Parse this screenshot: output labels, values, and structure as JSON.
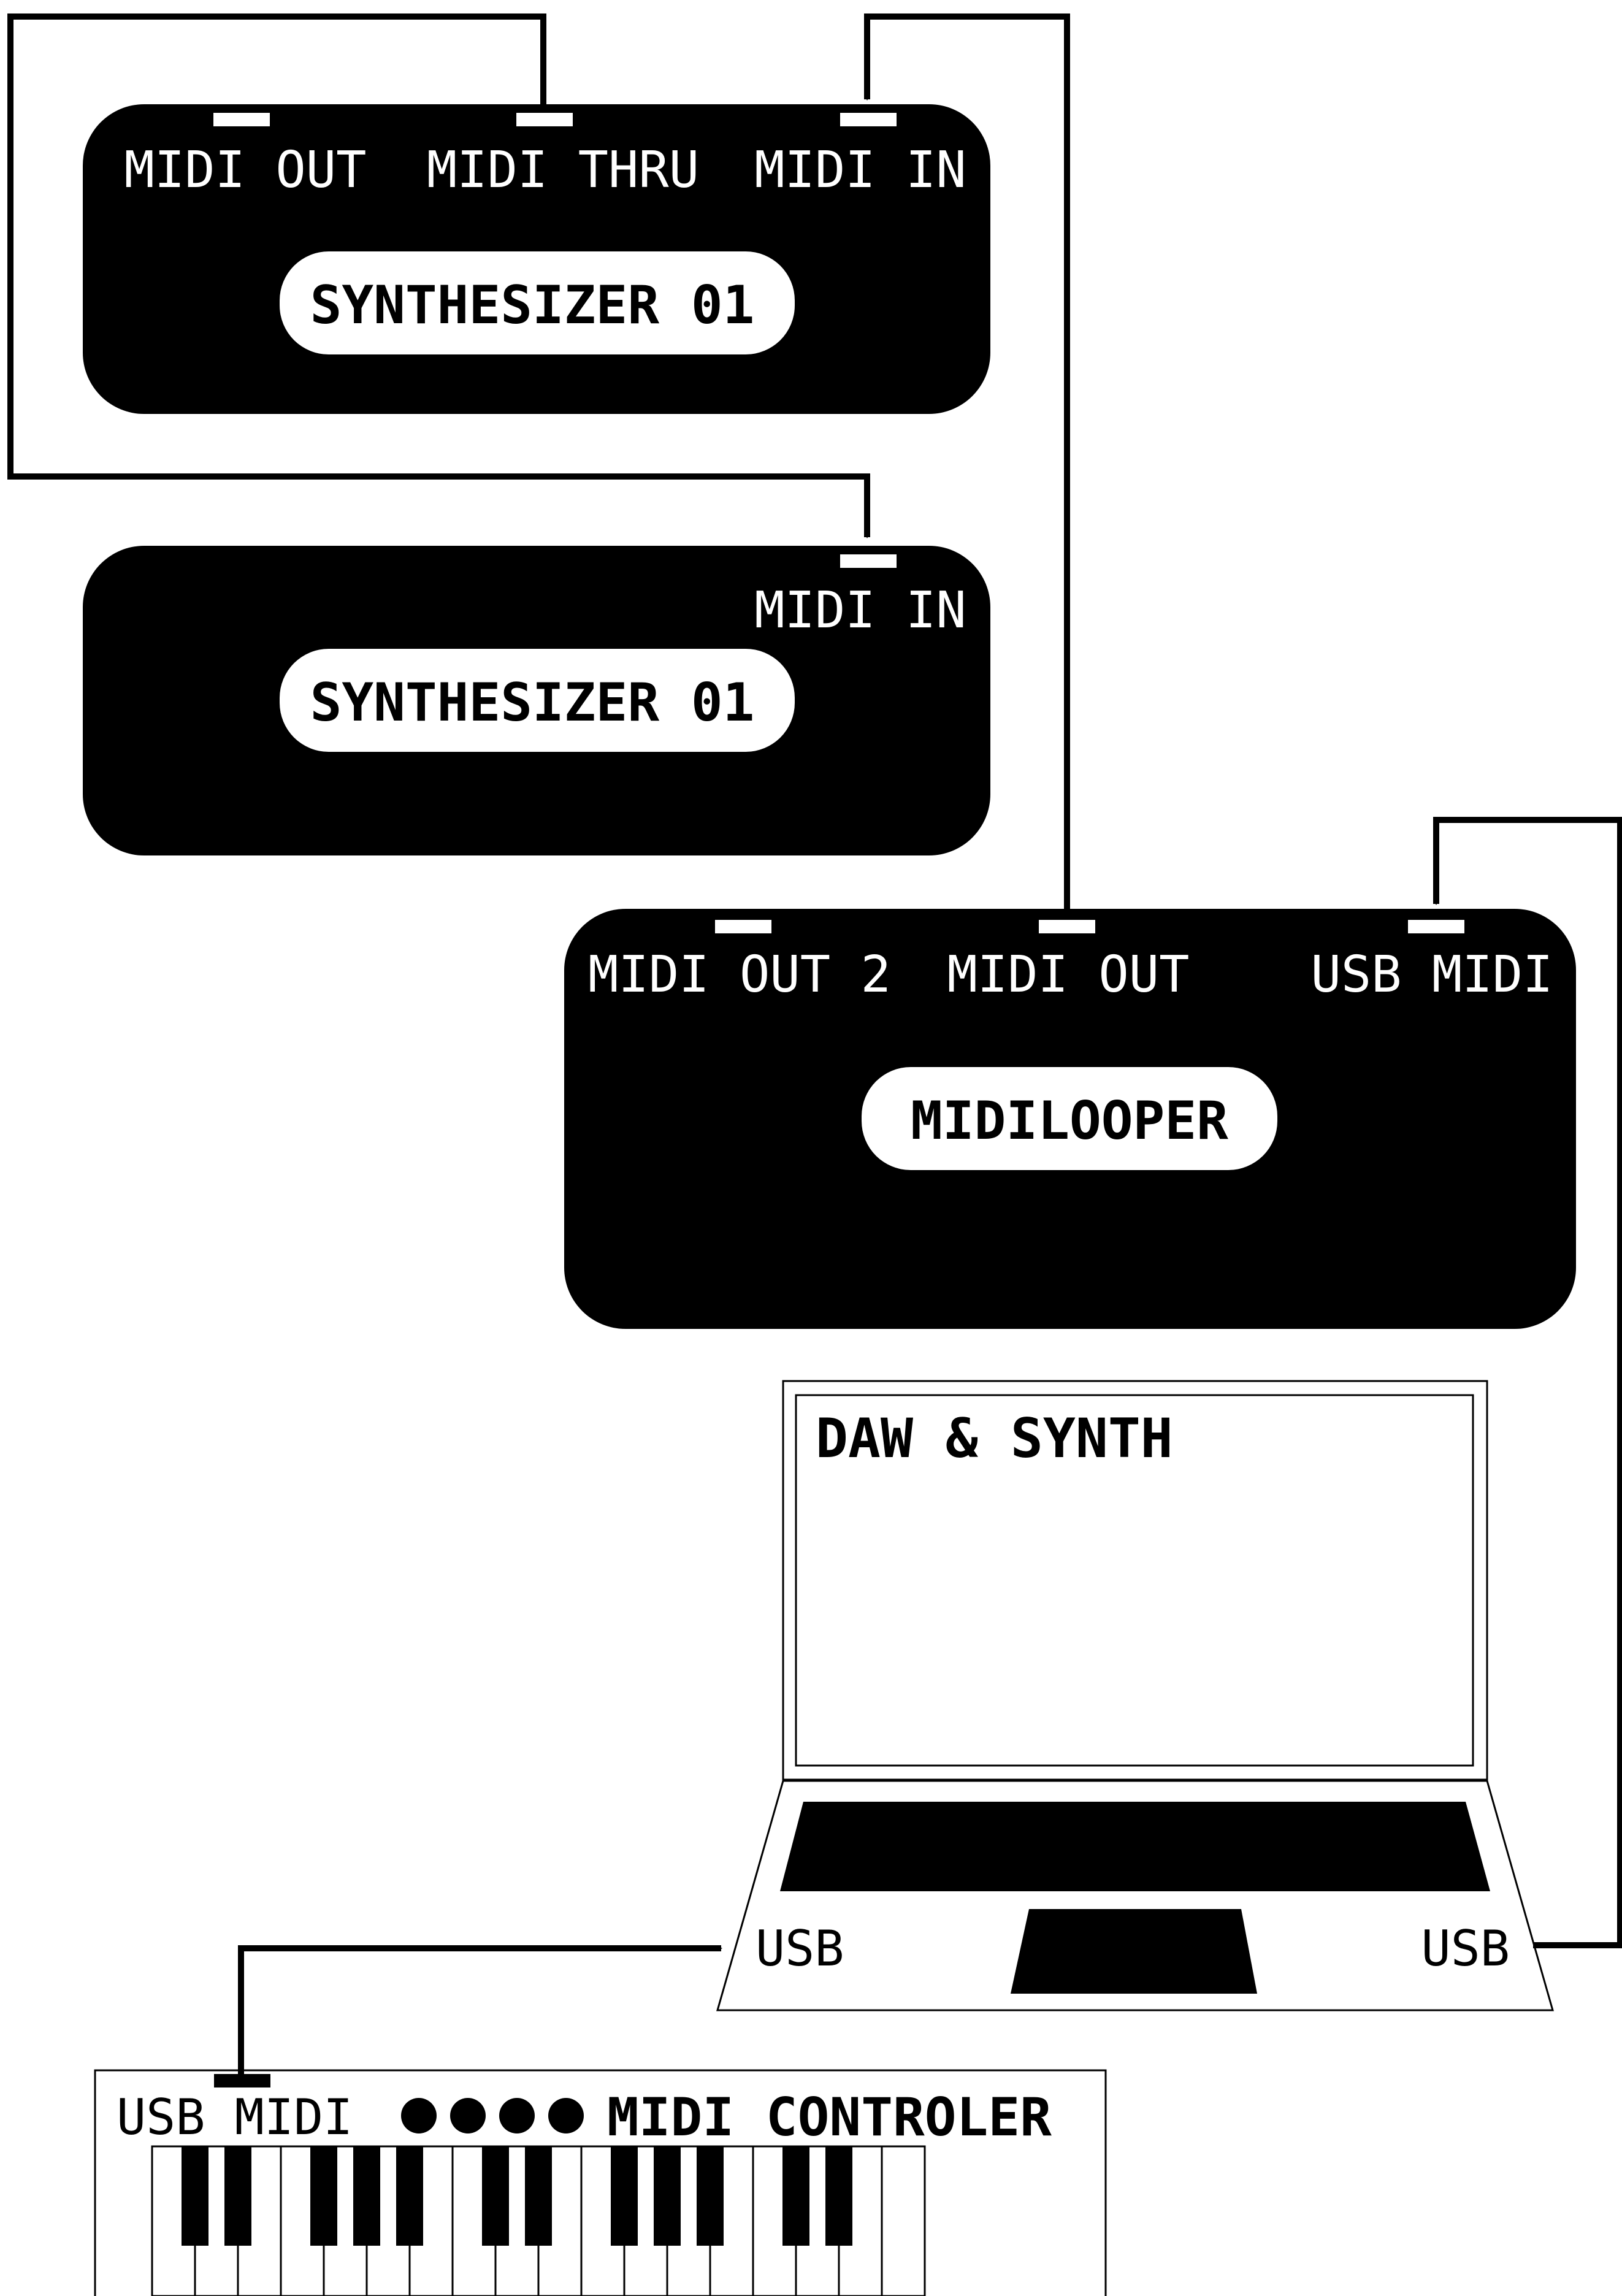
{
  "synth_a": {
    "ports": {
      "out": "MIDI OUT",
      "thru": "MIDI THRU",
      "in": "MIDI IN"
    },
    "name": "SYNTHESIZER 01"
  },
  "synth_b": {
    "ports": {
      "in": "MIDI IN"
    },
    "name": "SYNTHESIZER 01"
  },
  "midilooper": {
    "ports": {
      "out2": "MIDI OUT 2",
      "out": "MIDI OUT",
      "usb": "USB MIDI"
    },
    "name": "MIDILOOPER"
  },
  "laptop": {
    "screen_title": "DAW & SYNTH",
    "usb_left": "USB",
    "usb_right": "USB"
  },
  "controller": {
    "usb_label": "USB MIDI",
    "title": "MIDI CONTROLER",
    "indicator_count": 4
  },
  "colors": {
    "ink": "#000000",
    "paper": "#ffffff"
  }
}
